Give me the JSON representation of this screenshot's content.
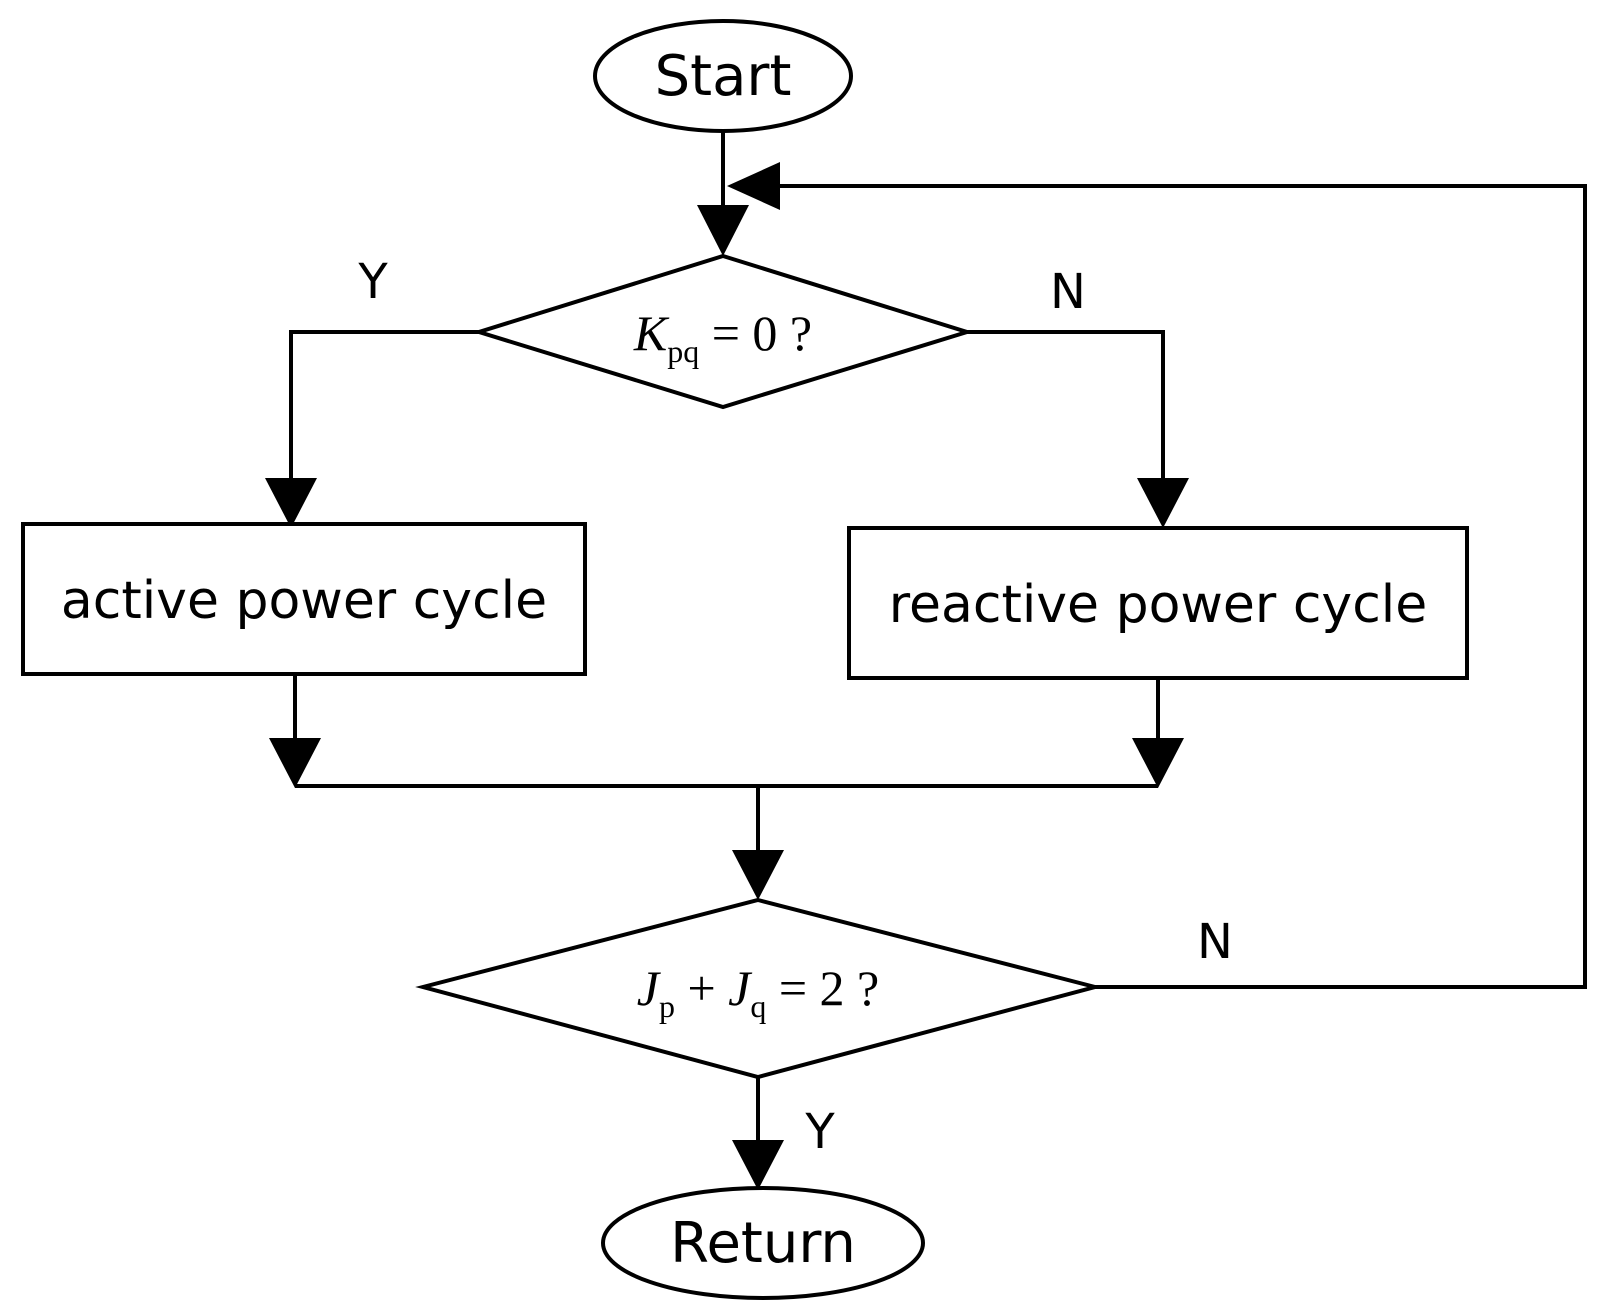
{
  "diagram": {
    "start_label": "Start",
    "decision1": {
      "var": "K",
      "sub": "pq",
      "rest": " = 0 ?"
    },
    "decision1_yes": "Y",
    "decision1_no": "N",
    "active_box": "active power cycle",
    "reactive_box": "reactive power cycle",
    "decision2": {
      "var1": "J",
      "sub1": "p",
      "plus": " + ",
      "var2": "J",
      "sub2": "q",
      "rest": " = 2 ?"
    },
    "decision2_no": "N",
    "decision2_yes": "Y",
    "return_label": "Return"
  }
}
